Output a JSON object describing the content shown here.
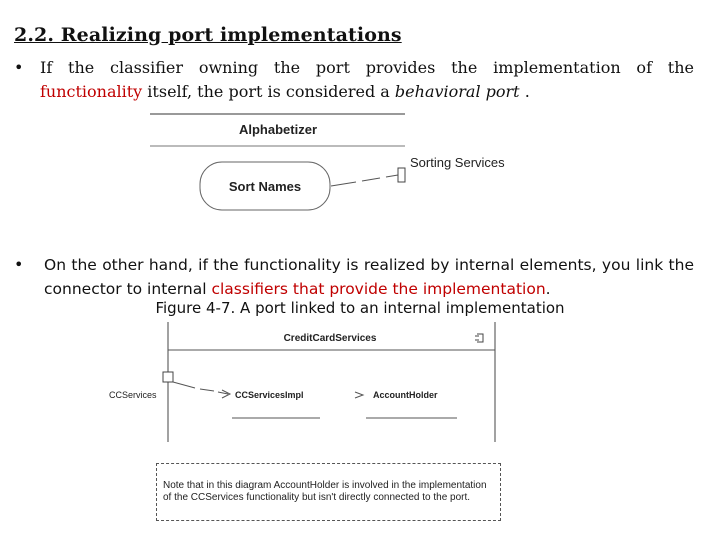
{
  "heading": "2.2. Realizing port implementations",
  "bullet_char": "•",
  "bullet1": {
    "pre": "If the classifier owning the port provides the implementation of the",
    "red": "functionality",
    "mid": " itself, the port is considered a ",
    "ital": "behavioral port",
    "end": " ."
  },
  "diagram1": {
    "class_name": "Alphabetizer",
    "port_label": "Sorting Services",
    "part_name": "Sort Names"
  },
  "bullet2": {
    "pre": "On the other hand, if the functionality is realized by internal elements, you link the connector to internal ",
    "red": "classifiers that provide the implementation",
    "end": "."
  },
  "figure_caption": "Figure 4-7. A port linked to an internal implementation",
  "diagram2": {
    "class_name": "CreditCardServices",
    "port_label": "CCServices",
    "part1": "CCServicesImpl",
    "part2": "AccountHolder",
    "note_line1": "Note that in this diagram AccountHolder is involved in the implementation",
    "note_line2": "of the CCServices functionality but isn't directly connected to the port."
  },
  "colors": {
    "accent_red": "#c00000"
  }
}
